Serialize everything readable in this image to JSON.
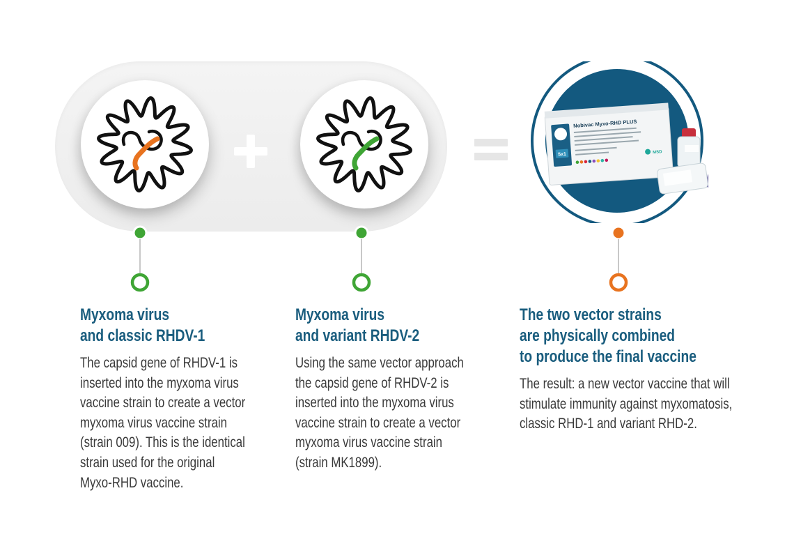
{
  "colors": {
    "heading": "#1a5d7e",
    "body_text": "#3a3a3a",
    "green": "#3fa535",
    "orange": "#e8731f",
    "navy": "#13597f",
    "pill": "#efefef"
  },
  "icons": {
    "virus_left": "myxoma-virus-with-orange-rhdv1-gene-icon",
    "virus_mid": "myxoma-virus-with-green-rhdv2-gene-icon",
    "plus": "plus-icon",
    "equals": "equals-icon",
    "vaccine": "vaccine-pack-photo"
  },
  "product": {
    "name": "Nobivac Myxo-RHD PLUS",
    "pack_count": "5x1",
    "maker": "MSD"
  },
  "columns": [
    {
      "heading_lines": [
        "Myxoma virus",
        "and classic RHDV-1"
      ],
      "body_lines": [
        "The capsid gene of RHDV-1 is",
        "inserted into the myxoma virus",
        "vaccine strain to create a vector",
        "myxoma virus vaccine strain",
        "(strain 009). This is the identical",
        "strain used for the original",
        "Myxo-RHD vaccine."
      ]
    },
    {
      "heading_lines": [
        "Myxoma virus",
        "and variant RHDV-2"
      ],
      "body_lines": [
        "Using the same vector approach",
        "the capsid gene of RHDV-2 is",
        "inserted into the myxoma virus",
        "vaccine strain to create a vector",
        "myxoma virus vaccine strain",
        "(strain MK1899)."
      ]
    },
    {
      "heading_lines": [
        "The two vector strains",
        "are physically combined",
        "to produce the final vaccine"
      ],
      "body_lines": [
        "The result: a new vector vaccine that will",
        "stimulate immunity against myxomatosis,",
        "classic RHD-1 and variant RHD-2."
      ]
    }
  ]
}
